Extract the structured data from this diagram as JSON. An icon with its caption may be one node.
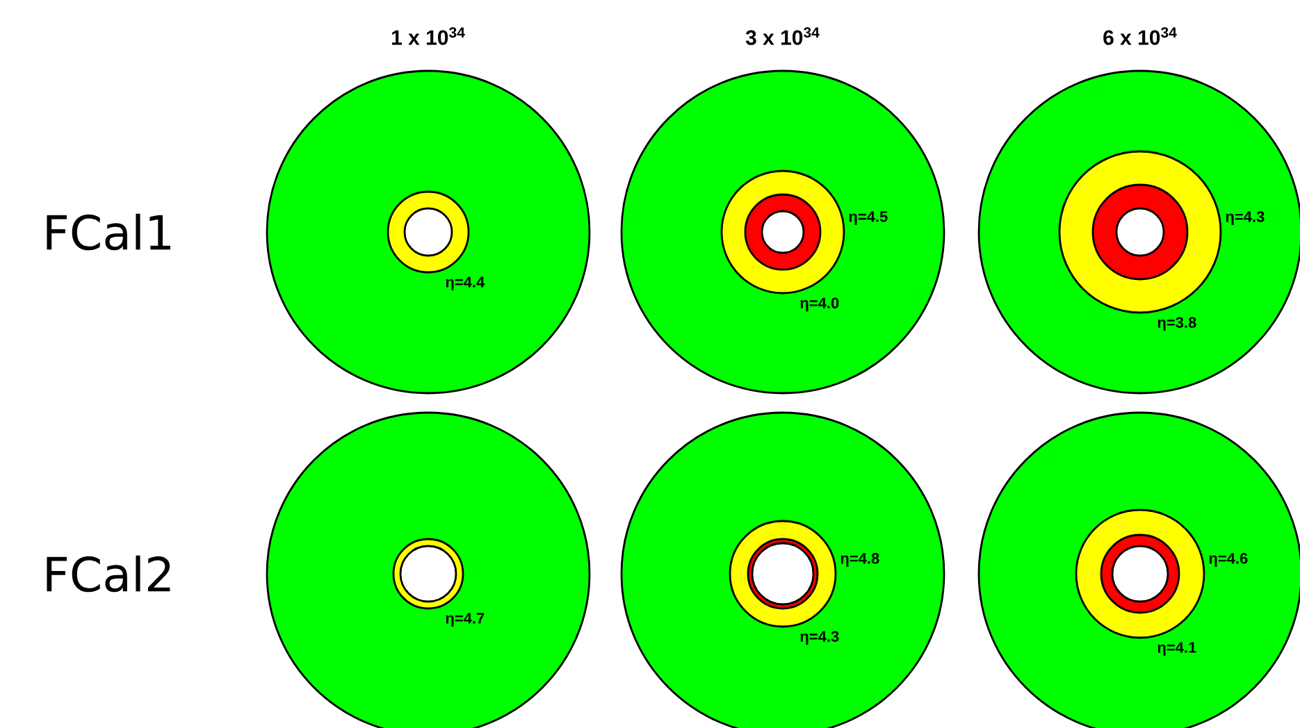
{
  "diagram": {
    "nodes": [
      {
        "text": [
          "η=4.4"
        ]
      },
      {
        "text": [
          "η=4.5",
          "η=4.0"
        ]
      },
      {
        "text": [
          "η=4.3",
          "η=3.8"
        ]
      },
      {
        "text": [
          "η=4.7"
        ]
      },
      {
        "text": [
          "η=4.8",
          "η=4.3"
        ]
      },
      {
        "text": [
          "η=4.6",
          "η=4.1"
        ]
      }
    ],
    "labels": [
      "1 x 10$^{34}$",
      "3 x 10$^{34}$",
      "6 x 10$^{34}$",
      "FCal1",
      "FCal2"
    ]
  }
}
